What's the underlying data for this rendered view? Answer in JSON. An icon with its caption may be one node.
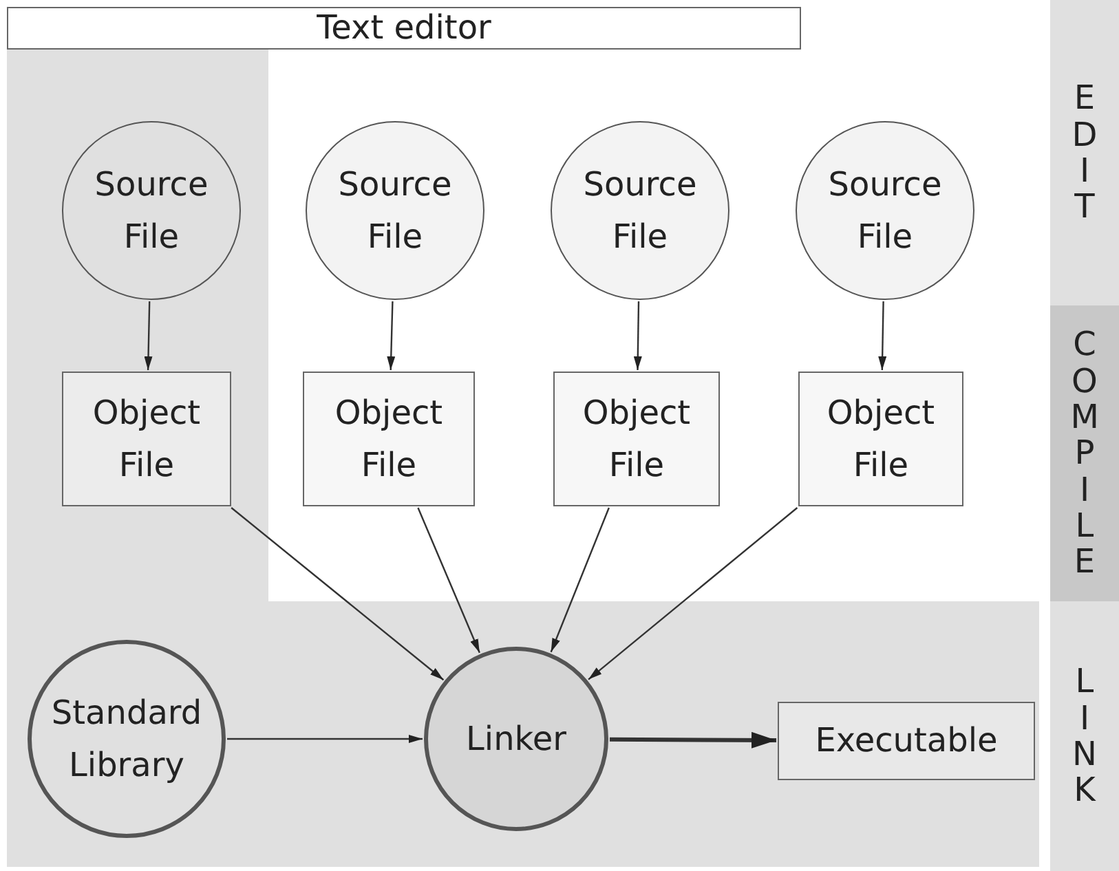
{
  "diagram": {
    "nodes": [
      {
        "text": [
          "Text editor"
        ]
      },
      {
        "text": [
          "EDIT"
        ]
      },
      {
        "text": [
          "Source File"
        ]
      },
      {
        "text": [
          "Source File"
        ]
      },
      {
        "text": [
          "Source File"
        ]
      },
      {
        "text": [
          "Source File"
        ]
      },
      {
        "text": [
          "COMPILE"
        ]
      },
      {
        "text": [
          "Object File"
        ]
      },
      {
        "text": [
          "Object File"
        ]
      },
      {
        "text": [
          "Object File"
        ]
      },
      {
        "text": [
          "Object File"
        ]
      },
      {
        "text": [
          "Standard Library"
        ]
      },
      {
        "text": [
          "Linker"
        ]
      },
      {
        "text": [
          "Executable"
        ]
      },
      {
        "text": [
          "LINK"
        ]
      }
    ],
    "edges": [
      {
        "from": 2,
        "to": 7,
        "arrow": "to"
      },
      {
        "from": 3,
        "to": 8,
        "arrow": "to"
      },
      {
        "from": 4,
        "to": 9,
        "arrow": "to"
      },
      {
        "from": 5,
        "to": 10,
        "arrow": "to"
      },
      {
        "from": 7,
        "to": 12,
        "arrow": "to"
      },
      {
        "from": 8,
        "to": 12,
        "arrow": "to"
      },
      {
        "from": 9,
        "to": 12,
        "arrow": "to"
      },
      {
        "from": 10,
        "to": 12,
        "arrow": "to"
      },
      {
        "from": 11,
        "to": 12,
        "arrow": "to"
      },
      {
        "from": 12,
        "to": 13,
        "arrow": "to",
        "style": "thick"
      }
    ]
  }
}
